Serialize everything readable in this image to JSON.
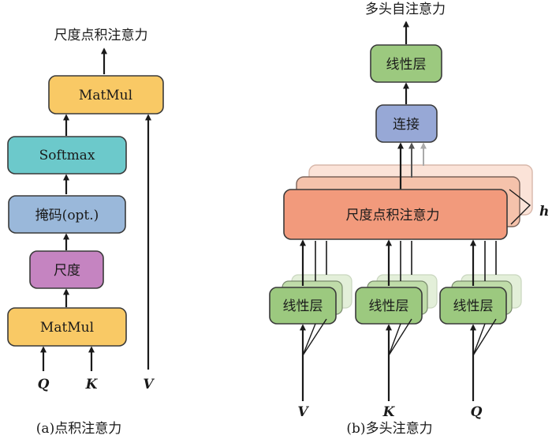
{
  "colors": {
    "matmul": "#f9c965",
    "softmax": "#6cc9cb",
    "mask": "#9ab8da",
    "scale": "#c584c1",
    "linear": "#9cc97f",
    "concat": "#97a8d6",
    "attention": "#f29a7c",
    "arrow": "#1a1a1a"
  },
  "panel_a": {
    "output_label": "尺度点积注意力",
    "matmul_top": "MatMul",
    "softmax": "Softmax",
    "mask": "掩码(opt.)",
    "scale": "尺度",
    "matmul_bottom": "MatMul",
    "inputs": {
      "q": "Q",
      "k": "K",
      "v": "V"
    },
    "caption": "(a)点积注意力"
  },
  "panel_b": {
    "output_label": "多头自注意力",
    "linear_top": "线性层",
    "concat": "连接",
    "attention": "尺度点积注意力",
    "heads_label": "h",
    "linear_v": "线性层",
    "linear_k": "线性层",
    "linear_q": "线性层",
    "inputs": {
      "v": "V",
      "k": "K",
      "q": "Q"
    },
    "caption": "(b)多头注意力"
  }
}
